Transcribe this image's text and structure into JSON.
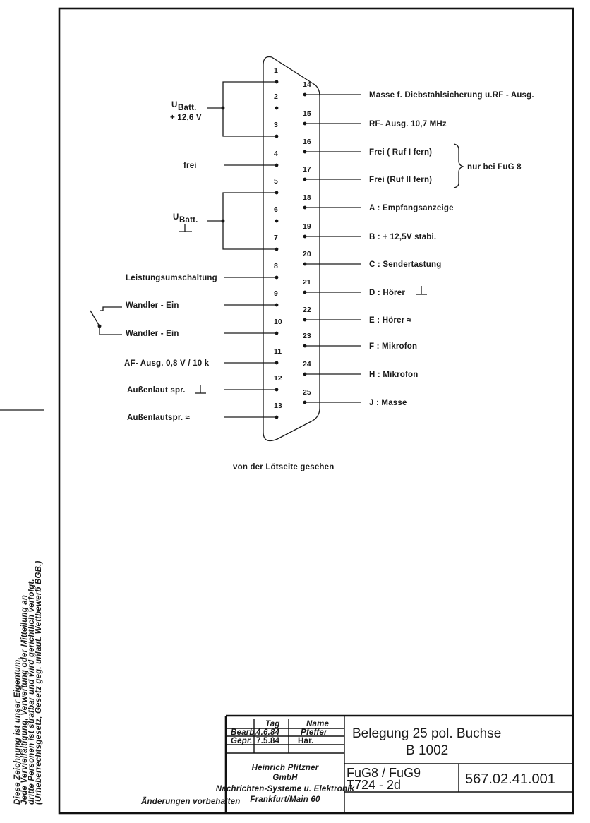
{
  "connector": {
    "left_pins": [
      {
        "number": "1",
        "label": ""
      },
      {
        "number": "2",
        "label": ""
      },
      {
        "number": "3",
        "label": ""
      },
      {
        "number": "4",
        "label": "frei"
      },
      {
        "number": "5",
        "label": ""
      },
      {
        "number": "6",
        "label": ""
      },
      {
        "number": "7",
        "label": ""
      },
      {
        "number": "8",
        "label": "Leistungsumschaltung"
      },
      {
        "number": "9",
        "label": "Wandler - Ein"
      },
      {
        "number": "10",
        "label": "Wandler - Ein"
      },
      {
        "number": "11",
        "label": "AF- Ausg. 0,8 V / 10 k"
      },
      {
        "number": "12",
        "label": "Außenlaut spr."
      },
      {
        "number": "13",
        "label": "Außenlautspr.  ≈"
      }
    ],
    "right_pins": [
      {
        "number": "14",
        "label": "Masse f. Diebstahlsicherung u.RF - Ausg."
      },
      {
        "number": "15",
        "label": "RF- Ausg. 10,7 MHz"
      },
      {
        "number": "16",
        "label": "Frei ( Ruf I fern)"
      },
      {
        "number": "17",
        "label": "Frei (Ruf II fern)"
      },
      {
        "number": "18",
        "label": "A : Empfangsanzeige"
      },
      {
        "number": "19",
        "label": "B : + 12,5V  stabi."
      },
      {
        "number": "20",
        "label": "C : Sendertastung"
      },
      {
        "number": "21",
        "label": "D : Hörer"
      },
      {
        "number": "22",
        "label": "E : Hörer ≈"
      },
      {
        "number": "23",
        "label": "F : Mikrofon"
      },
      {
        "number": "24",
        "label": "H : Mikrofon"
      },
      {
        "number": "25",
        "label": "J : Masse"
      }
    ],
    "ubatt_plus": {
      "u": "U",
      "sub": "Batt.",
      "value": "+ 12,6 V"
    },
    "ubatt_ground": {
      "u": "U",
      "sub": "Batt."
    },
    "brace_note": "nur bei FuG 8",
    "caption": "von der Lötseite gesehen"
  },
  "title_block": {
    "col_tag": "Tag",
    "col_name": "Name",
    "rows": [
      {
        "role": "Bearb.",
        "date": "4.6.84",
        "name": "Pfeffer"
      },
      {
        "role": "Gepr.",
        "date": "7.5.84",
        "name": "Har."
      }
    ],
    "company": "Heinrich Pfitzner",
    "company_form": "GmbH",
    "company_line": "Nachrichten-Systeme u. Elektronik",
    "company_city": "Frankfurt/Main 60",
    "title": "Belegung  25 pol. Buchse",
    "subtitle": "B 1002",
    "device_line1": "FuG8 / FuG9",
    "device_line2": "T724 - 2d",
    "drawing_number": "567.02.41.001"
  },
  "notes": {
    "changes": "Änderungen vorbehalten",
    "legal": [
      "Diese Zeichnung ist unser Eigentum.",
      "Jede Vervielfältigung, Verwertung oder Mitteilung an",
      "dritte Personen ist strafbar und wird gerichtlich verfolgt.",
      "(Urheberrechtsgesetz, Gesetz geg. unlaut. Wettbewerb BGB.)"
    ]
  }
}
